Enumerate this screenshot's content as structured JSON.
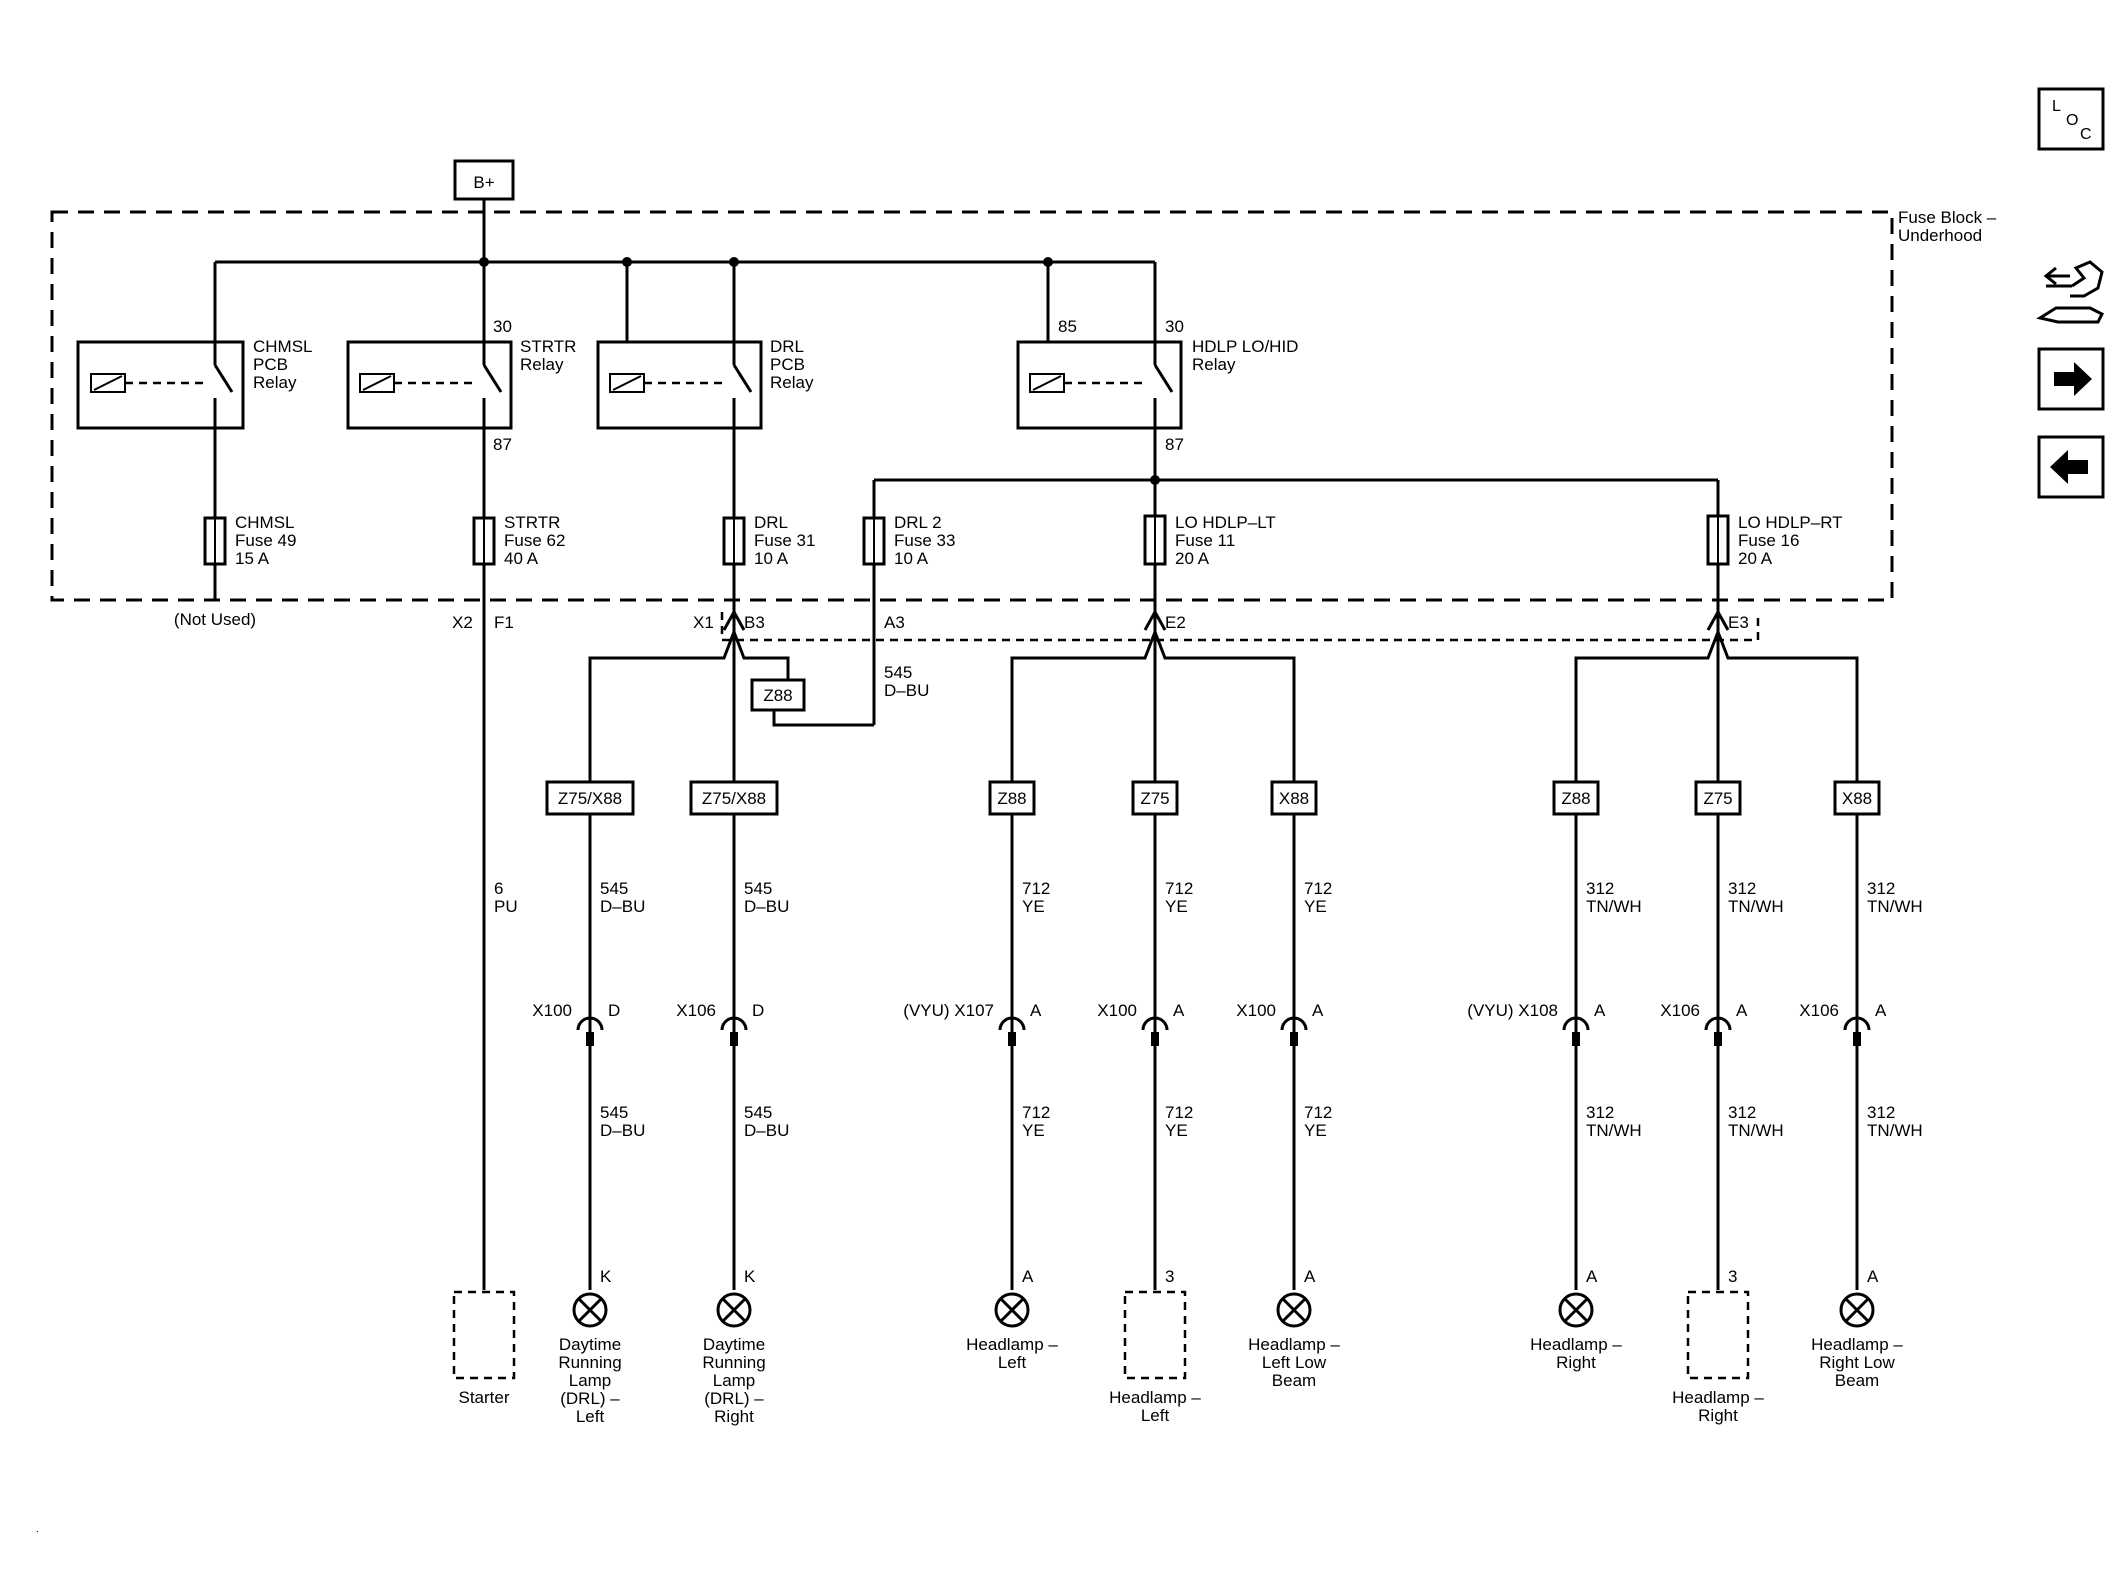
{
  "power": {
    "source_label": "B+"
  },
  "fuse_block": {
    "label_line1": "Fuse Block –",
    "label_line2": "Underhood"
  },
  "relays": [
    {
      "id": "chmsl",
      "line1": "CHMSL",
      "line2": "PCB",
      "line3": "Relay",
      "pin_in": "",
      "pin_coil": "",
      "pin_out": ""
    },
    {
      "id": "strtr",
      "line1": "STRTR",
      "line2": "Relay",
      "line3": "",
      "pin_in": "30",
      "pin_coil": "",
      "pin_out": "87"
    },
    {
      "id": "drl",
      "line1": "DRL",
      "line2": "PCB",
      "line3": "Relay",
      "pin_in": "",
      "pin_coil": "",
      "pin_out": ""
    },
    {
      "id": "hdlp",
      "line1": "HDLP LO/HID",
      "line2": "Relay",
      "line3": "",
      "pin_in": "30",
      "pin_coil": "85",
      "pin_out": "87"
    }
  ],
  "fuses": [
    {
      "name": "CHMSL",
      "fuse": "Fuse 49",
      "rating": "15 A"
    },
    {
      "name": "STRTR",
      "fuse": "Fuse 62",
      "rating": "40 A"
    },
    {
      "name": "DRL",
      "fuse": "Fuse 31",
      "rating": "10 A"
    },
    {
      "name": "DRL 2",
      "fuse": "Fuse 33",
      "rating": "10 A"
    },
    {
      "name": "LO HDLP–LT",
      "fuse": "Fuse 11",
      "rating": "20 A"
    },
    {
      "name": "LO HDLP–RT",
      "fuse": "Fuse 16",
      "rating": "20 A"
    }
  ],
  "block_connectors": {
    "not_used": "(Not Used)",
    "x2": "X2",
    "f1": "F1",
    "x1": "X1",
    "b3": "B3",
    "a3": "A3",
    "e2": "E2",
    "e3": "E3"
  },
  "splice_wire": {
    "circuit": "545",
    "color": "D–BU"
  },
  "option_codes": {
    "z88_splice": "Z88",
    "col_drl_left": "Z75/X88",
    "col_drl_right": "Z75/X88",
    "col_hl_left_a": "Z88",
    "col_hl_left_b": "Z75",
    "col_hl_left_c": "X88",
    "col_hl_right_a": "Z88",
    "col_hl_right_b": "Z75",
    "col_hl_right_c": "X88"
  },
  "columns": [
    {
      "id": "starter",
      "wire_circuit": "6",
      "wire_color": "PU",
      "wire2_circuit": "",
      "wire2_color": "",
      "connector": "",
      "pin": "",
      "load_pin": "",
      "load_line1": "Starter",
      "load_line2": "",
      "load_line3": "",
      "load_line4": "",
      "load_line5": ""
    },
    {
      "id": "drl-left",
      "wire_circuit": "545",
      "wire_color": "D–BU",
      "wire2_circuit": "545",
      "wire2_color": "D–BU",
      "connector": "X100",
      "pin": "D",
      "load_pin": "K",
      "load_line1": "Daytime",
      "load_line2": "Running",
      "load_line3": "Lamp",
      "load_line4": "(DRL) –",
      "load_line5": "Left"
    },
    {
      "id": "drl-right",
      "wire_circuit": "545",
      "wire_color": "D–BU",
      "wire2_circuit": "545",
      "wire2_color": "D–BU",
      "connector": "X106",
      "pin": "D",
      "load_pin": "K",
      "load_line1": "Daytime",
      "load_line2": "Running",
      "load_line3": "Lamp",
      "load_line4": "(DRL) –",
      "load_line5": "Right"
    },
    {
      "id": "hl-left",
      "wire_circuit": "712",
      "wire_color": "YE",
      "wire2_circuit": "712",
      "wire2_color": "YE",
      "connector": "(VYU) X107",
      "pin": "A",
      "load_pin": "A",
      "load_line1": "Headlamp –",
      "load_line2": "Left",
      "load_line3": "",
      "load_line4": "",
      "load_line5": ""
    },
    {
      "id": "hl-left-hid",
      "wire_circuit": "712",
      "wire_color": "YE",
      "wire2_circuit": "712",
      "wire2_color": "YE",
      "connector": "X100",
      "pin": "A",
      "load_pin": "3",
      "load_line1": "Headlamp –",
      "load_line2": "Left",
      "load_line3": "",
      "load_line4": "",
      "load_line5": ""
    },
    {
      "id": "hl-left-low",
      "wire_circuit": "712",
      "wire_color": "YE",
      "wire2_circuit": "712",
      "wire2_color": "YE",
      "connector": "X100",
      "pin": "A",
      "load_pin": "A",
      "load_line1": "Headlamp –",
      "load_line2": "Left Low",
      "load_line3": "Beam",
      "load_line4": "",
      "load_line5": ""
    },
    {
      "id": "hl-right",
      "wire_circuit": "312",
      "wire_color": "TN/WH",
      "wire2_circuit": "312",
      "wire2_color": "TN/WH",
      "connector": "(VYU) X108",
      "pin": "A",
      "load_pin": "A",
      "load_line1": "Headlamp –",
      "load_line2": "Right",
      "load_line3": "",
      "load_line4": "",
      "load_line5": ""
    },
    {
      "id": "hl-right-hid",
      "wire_circuit": "312",
      "wire_color": "TN/WH",
      "wire2_circuit": "312",
      "wire2_color": "TN/WH",
      "connector": "X106",
      "pin": "A",
      "load_pin": "3",
      "load_line1": "Headlamp –",
      "load_line2": "Right",
      "load_line3": "",
      "load_line4": "",
      "load_line5": ""
    },
    {
      "id": "hl-right-low",
      "wire_circuit": "312",
      "wire_color": "TN/WH",
      "wire2_circuit": "312",
      "wire2_color": "TN/WH",
      "connector": "X106",
      "pin": "A",
      "load_pin": "A",
      "load_line1": "Headlamp –",
      "load_line2": "Right Low",
      "load_line3": "Beam",
      "load_line4": "",
      "load_line5": ""
    }
  ],
  "nav": {
    "loc_l": "L",
    "loc_o": "O",
    "loc_c": "C",
    "icons": [
      "loc-icon",
      "component-locator-icon",
      "next-page-icon",
      "previous-page-icon"
    ]
  }
}
